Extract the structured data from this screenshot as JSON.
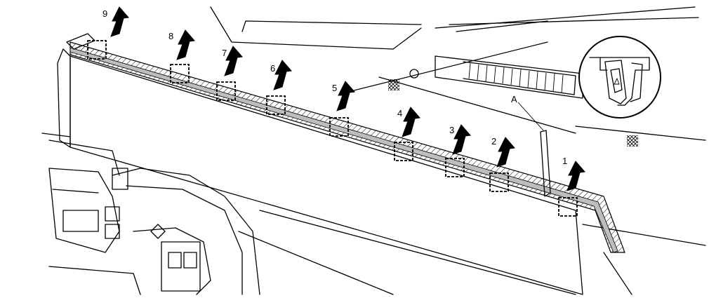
{
  "figure": {
    "callouts": [
      {
        "id": "1",
        "label": "1"
      },
      {
        "id": "2",
        "label": "2"
      },
      {
        "id": "3",
        "label": "3"
      },
      {
        "id": "4",
        "label": "4"
      },
      {
        "id": "5",
        "label": "5"
      },
      {
        "id": "6",
        "label": "6"
      },
      {
        "id": "7",
        "label": "7"
      },
      {
        "id": "8",
        "label": "8"
      },
      {
        "id": "9",
        "label": "9"
      }
    ],
    "tool_label": "A",
    "detail_inset": "clip-detail",
    "colors": {
      "line": "#000000",
      "background": "#ffffff",
      "seal_strip": "#bdbdbd",
      "arrow_fill": "#000000"
    }
  }
}
